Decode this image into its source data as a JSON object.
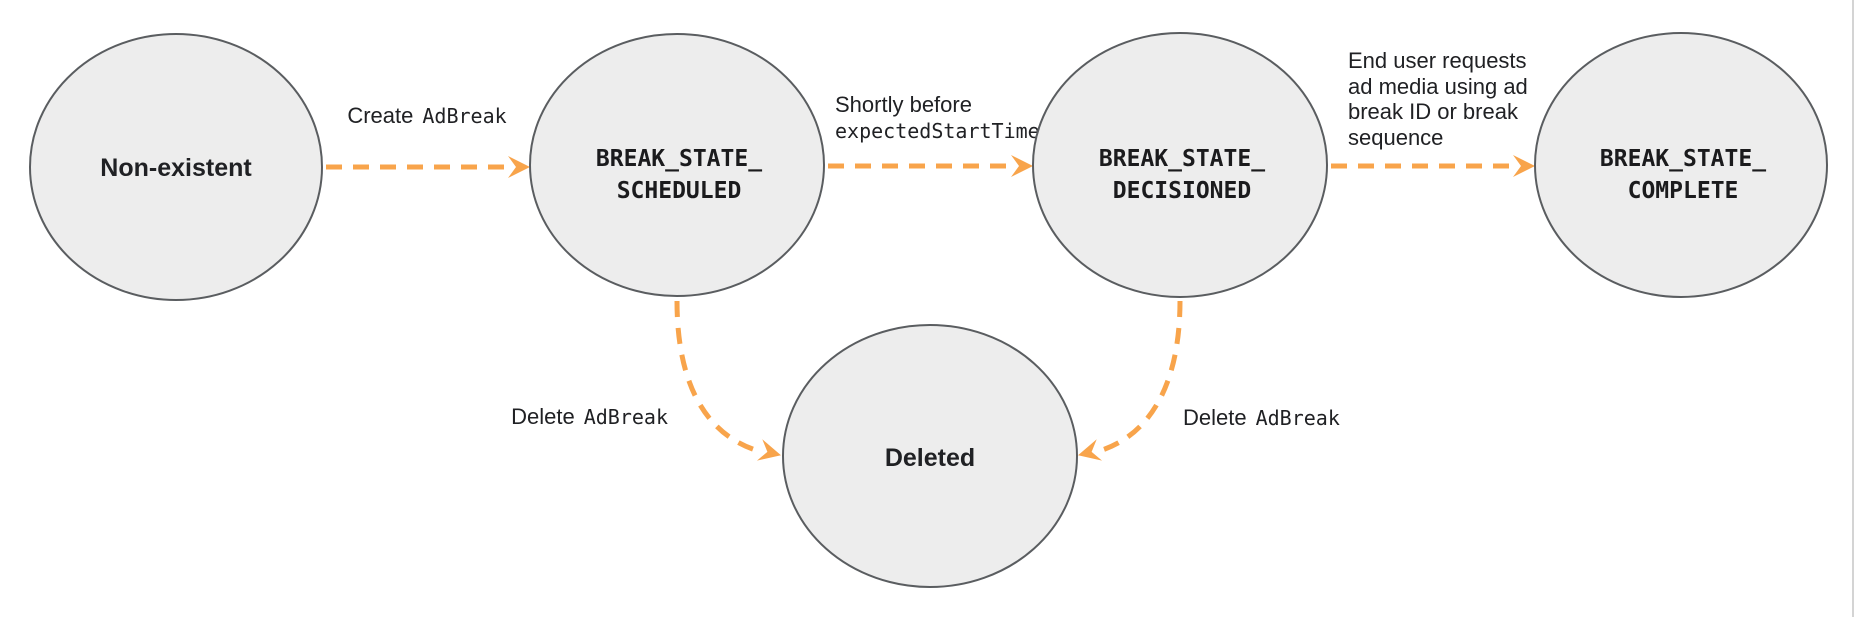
{
  "colors": {
    "background": "#ffffff",
    "node_fill": "#EDEDED",
    "node_stroke": "#5A5D60",
    "arrow": "#F8A44B",
    "text": "#202124",
    "right_rule": "#D4D4D4"
  },
  "nodes": {
    "non_existent": {
      "label": "Non-existent"
    },
    "scheduled": {
      "line1": "BREAK_STATE_",
      "line2": "SCHEDULED"
    },
    "decisioned": {
      "line1": "BREAK_STATE_",
      "line2": "DECISIONED"
    },
    "complete": {
      "line1": "BREAK_STATE_",
      "line2": "COMPLETE"
    },
    "deleted": {
      "label": "Deleted"
    }
  },
  "edges": {
    "create_adbreak": {
      "plain": "Create",
      "code": "AdBreak"
    },
    "shortly_before": {
      "line1": "Shortly before",
      "code_line": "expectedStartTime"
    },
    "end_user_request": {
      "line1": "End user requests",
      "line2": "ad media using ad",
      "line3": "break ID or break",
      "line4": "sequence"
    },
    "delete_adbreak_left": {
      "plain": "Delete",
      "code": "AdBreak"
    },
    "delete_adbreak_right": {
      "plain": "Delete",
      "code": "AdBreak"
    }
  }
}
